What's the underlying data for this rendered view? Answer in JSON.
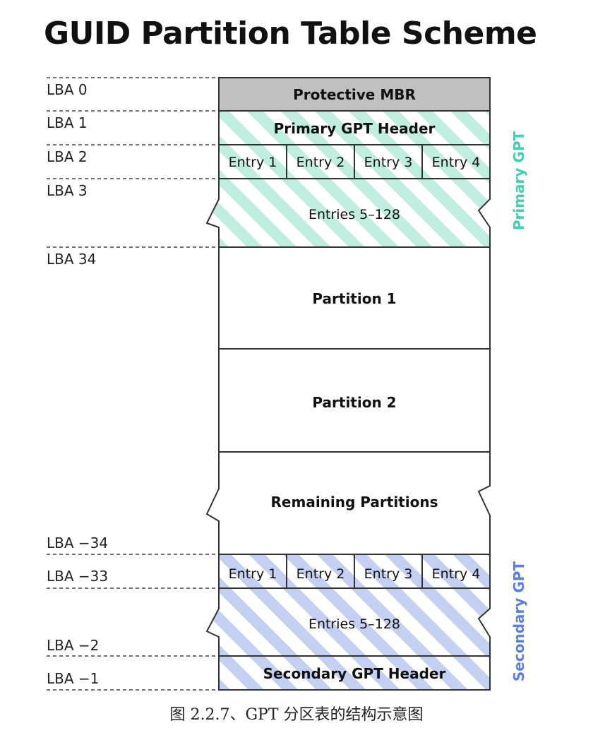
{
  "title": "GUID Partition Table Scheme",
  "caption": "图 2.2.7、GPT 分区表的结构示意图",
  "colors": {
    "primary_accent": "#3fd0b0",
    "primary_hatch": "#bfeee0",
    "secondary_accent": "#5b7fdb",
    "secondary_hatch": "#c3d0f1",
    "mbr_fill": "#c0c0c0"
  },
  "lba_labels": {
    "lba0": "LBA 0",
    "lba1": "LBA 1",
    "lba2": "LBA 2",
    "lba3": "LBA 3",
    "lba34": "LBA 34",
    "lba_m34": "LBA −34",
    "lba_m33": "LBA −33",
    "lba_m2": "LBA −2",
    "lba_m1": "LBA −1"
  },
  "blocks": {
    "protective_mbr": "Protective MBR",
    "primary_header": "Primary GPT Header",
    "primary_entries": [
      "Entry 1",
      "Entry 2",
      "Entry 3",
      "Entry 4"
    ],
    "primary_rest": "Entries 5–128",
    "partition1": "Partition 1",
    "partition2": "Partition 2",
    "remaining": "Remaining Partitions",
    "secondary_entries": [
      "Entry 1",
      "Entry 2",
      "Entry 3",
      "Entry 4"
    ],
    "secondary_rest": "Entries 5–128",
    "secondary_header": "Secondary GPT Header"
  },
  "side_labels": {
    "primary": "Primary GPT",
    "secondary": "Secondary GPT"
  }
}
